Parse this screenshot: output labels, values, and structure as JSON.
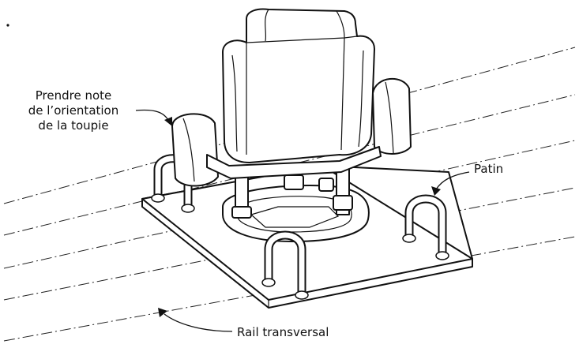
{
  "labels": {
    "router_orientation": [
      "Prendre note",
      "de l’orientation",
      "de la toupie"
    ],
    "pad": "Patin",
    "rail": "Rail transversal"
  },
  "icons": {
    "pointer_arrows": "curved-arrow-icon"
  }
}
